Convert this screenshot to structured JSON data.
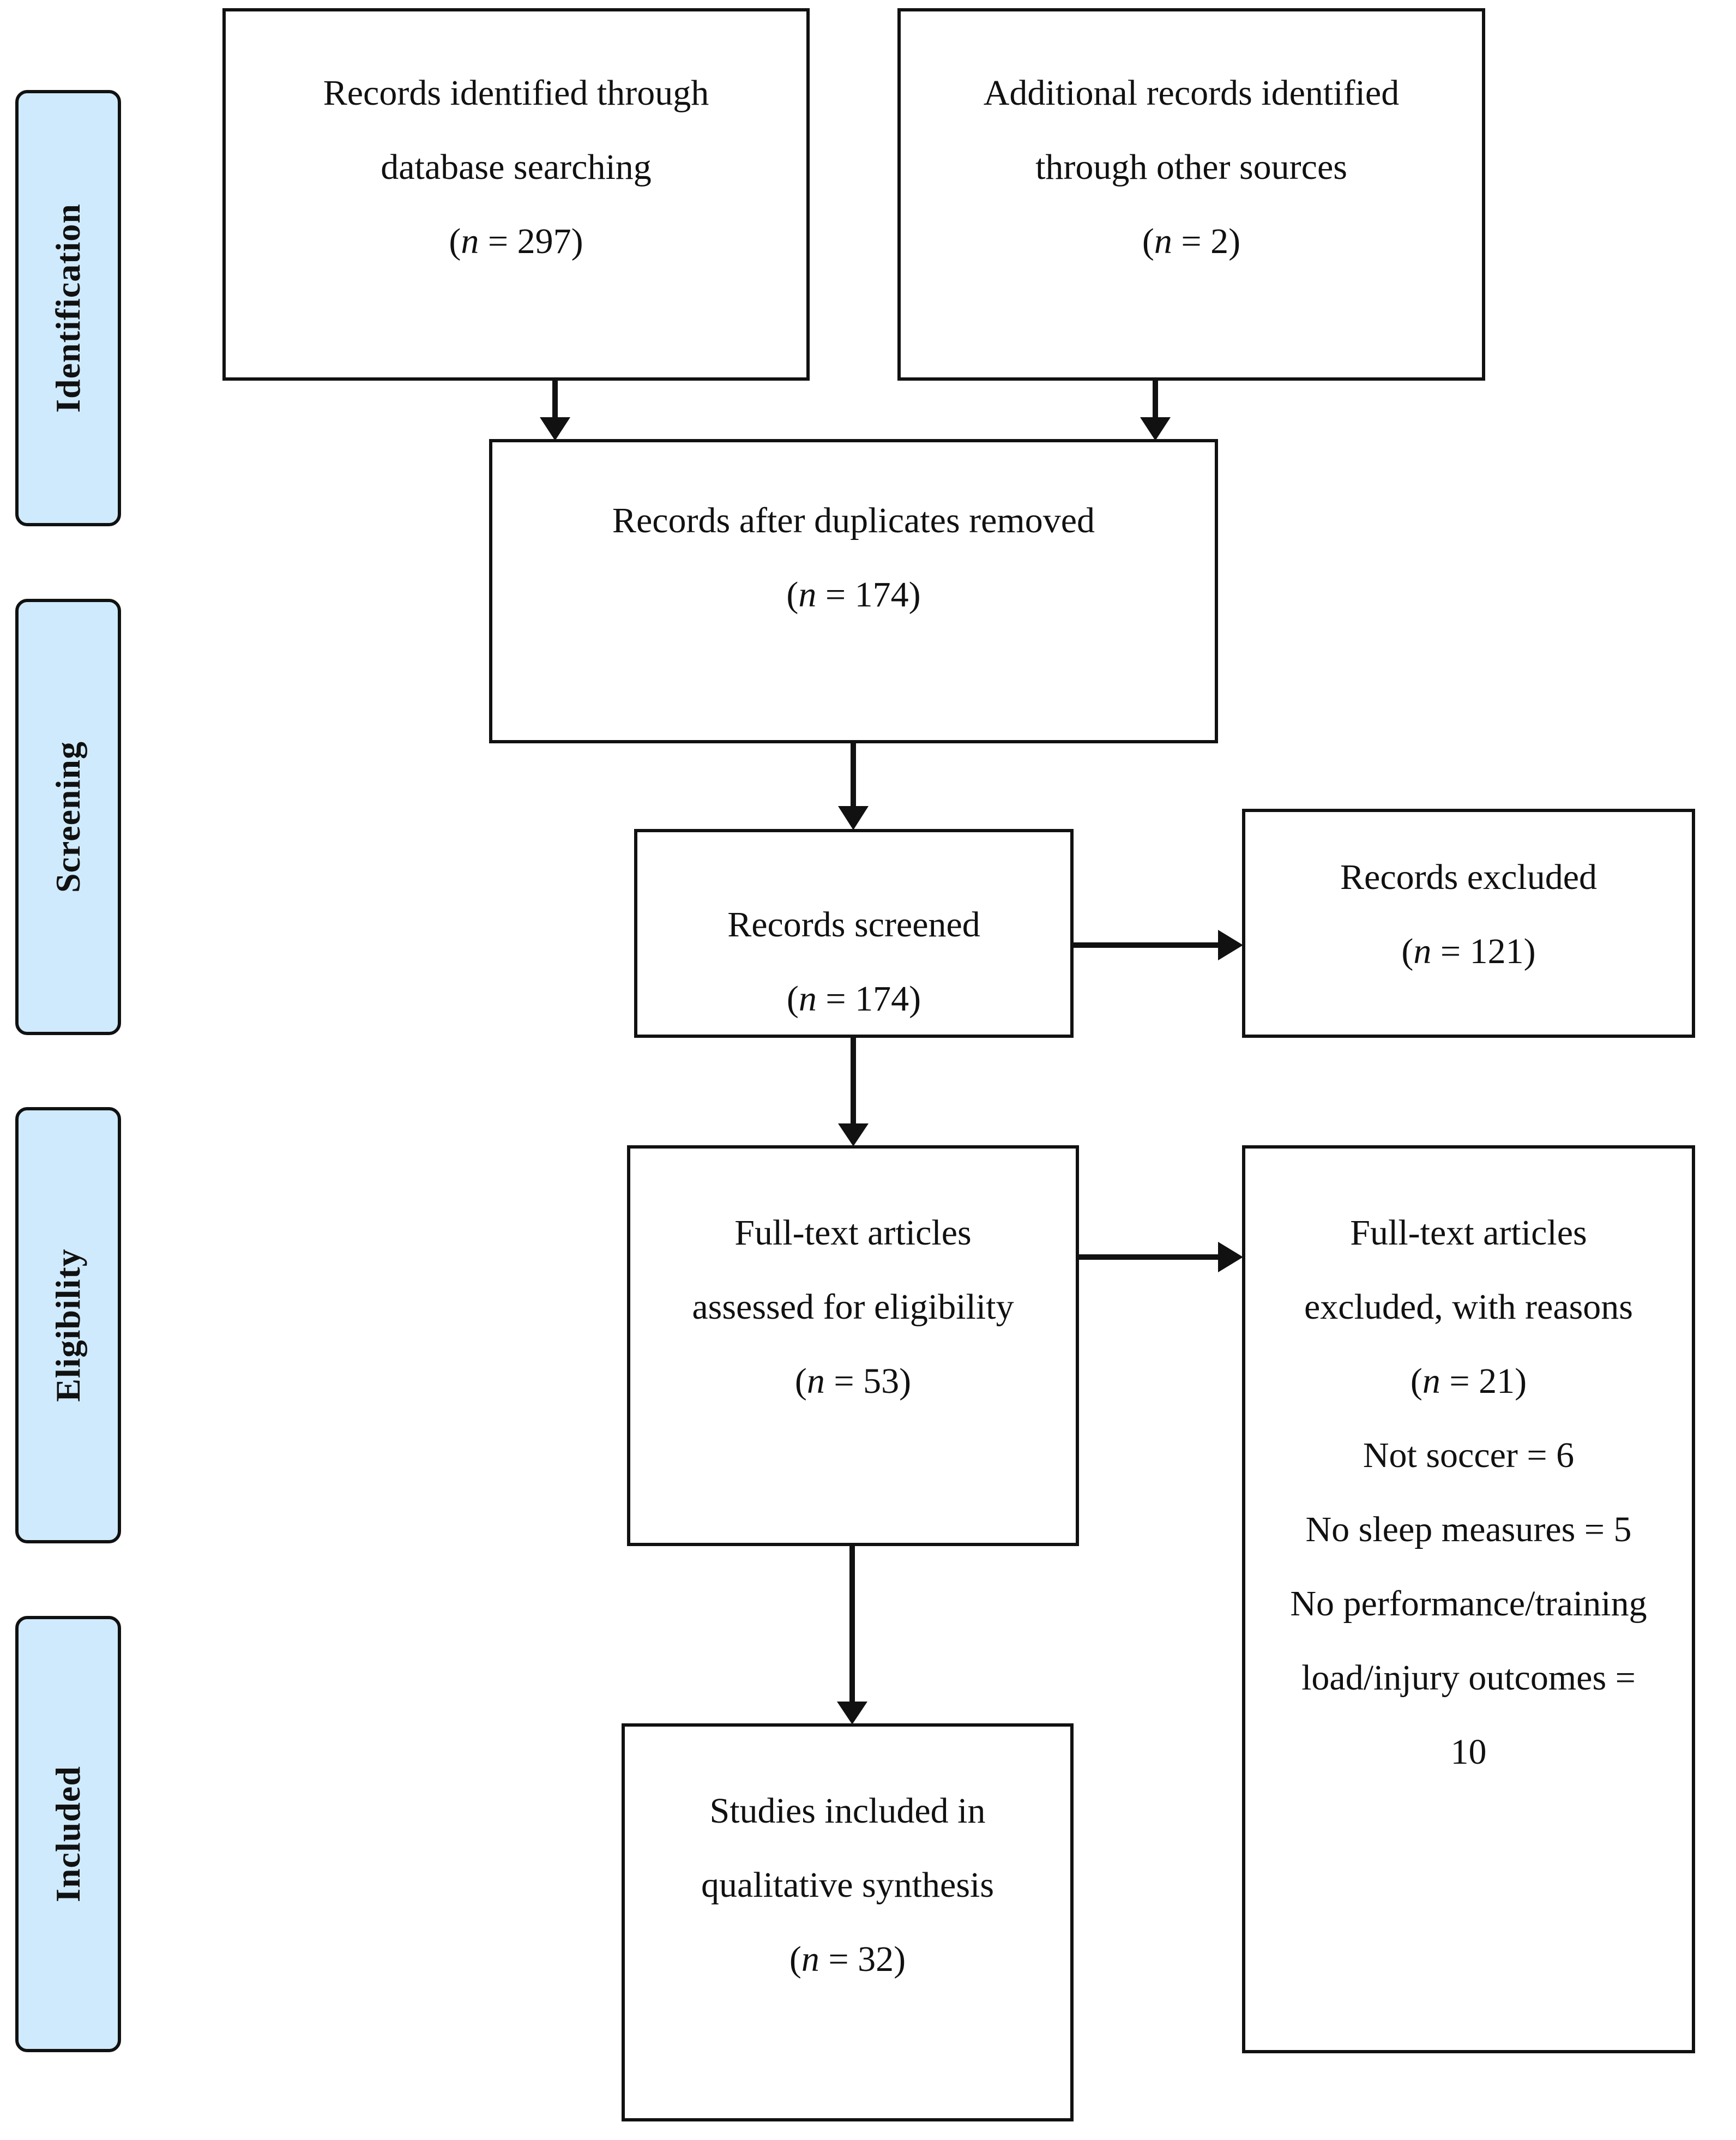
{
  "phases": {
    "identification": "Identification",
    "screening": "Screening",
    "eligibility": "Eligibility",
    "included": "Included"
  },
  "boxes": {
    "database": {
      "line1": "Records identified through",
      "line2": "database searching",
      "n": "297"
    },
    "other_sources": {
      "line1": "Additional records identified",
      "line2": "through other sources",
      "n": "2"
    },
    "duplicates_removed": {
      "line1": "Records after duplicates removed",
      "n": "174"
    },
    "screened": {
      "line1": "Records screened",
      "n": "174"
    },
    "excluded": {
      "line1": "Records excluded",
      "n": "121"
    },
    "fulltext_assessed": {
      "line1": "Full-text articles",
      "line2": "assessed for eligibility",
      "n": "53"
    },
    "fulltext_excluded": {
      "line1": "Full-text articles",
      "line2": "excluded, with reasons",
      "n": "21",
      "reason1": "Not soccer = 6",
      "reason2": "No sleep measures = 5",
      "reason3": "No performance/training",
      "reason4": "load/injury outcomes =",
      "reason5": "10"
    },
    "included_studies": {
      "line1": "Studies included in",
      "line2": "qualitative synthesis",
      "n": "32"
    }
  },
  "n_prefix": "n",
  "n_equals": " = "
}
